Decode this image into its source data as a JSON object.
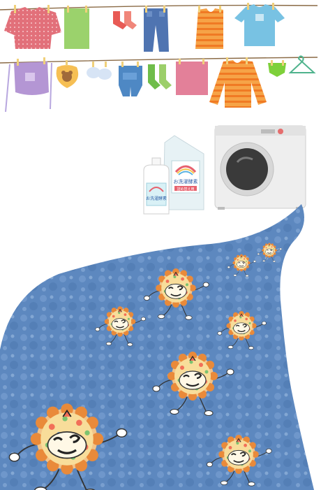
{
  "illustration": {
    "bottle_label": "お洗濯酵素",
    "pouch_label": "お洗濯酵素",
    "pouch_sublabel": "詰め替え用"
  },
  "colors": {
    "line": "#8a6a45",
    "pin": "#f0d07a",
    "water": "#5b86bd",
    "water_light": "#8fb1dc",
    "microbe_ring": "#e9893a",
    "microbe_fill": "#f7e3a0",
    "washer_body": "#eeeeee",
    "washer_door": "#3a3a3a"
  },
  "icons": [
    "clothesline",
    "shirt",
    "socks",
    "jeans",
    "bib",
    "overalls",
    "striped-sweater",
    "detergent-bottle",
    "refill-pouch",
    "washing-machine",
    "enzyme-character"
  ]
}
